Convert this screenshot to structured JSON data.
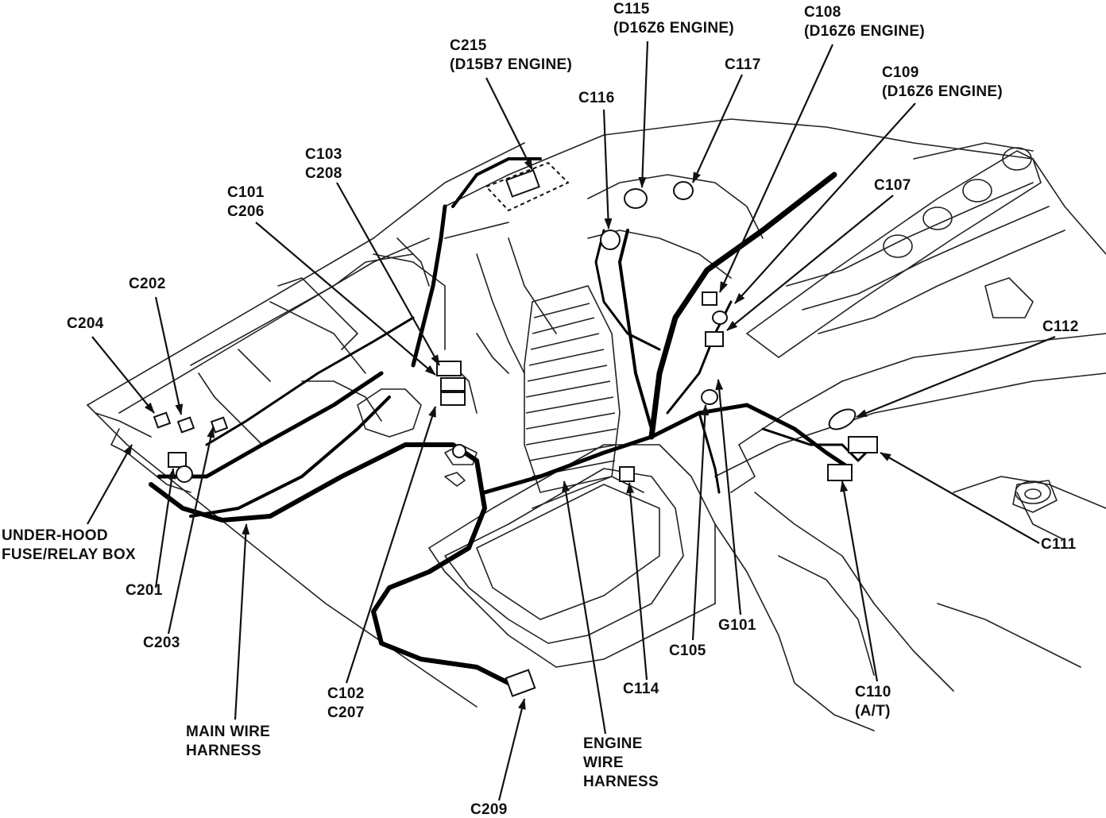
{
  "labels": {
    "c115": [
      "C115",
      "(D16Z6 ENGINE)"
    ],
    "c108": [
      "C108",
      "(D16Z6 ENGINE)"
    ],
    "c215": [
      "C215",
      "(D15B7 ENGINE)"
    ],
    "c117": [
      "C117"
    ],
    "c109": [
      "C109",
      "(D16Z6 ENGINE)"
    ],
    "c116": [
      "C116"
    ],
    "c103": [
      "C103",
      "C208"
    ],
    "c107": [
      "C107"
    ],
    "c101": [
      "C101",
      "C206"
    ],
    "c202": [
      "C202"
    ],
    "c204": [
      "C204"
    ],
    "c112": [
      "C112"
    ],
    "fuse_box": [
      "UNDER-HOOD",
      "FUSE/RELAY BOX"
    ],
    "c111": [
      "C111"
    ],
    "c201": [
      "C201"
    ],
    "c203": [
      "C203"
    ],
    "g101": [
      "G101"
    ],
    "c105": [
      "C105"
    ],
    "c114": [
      "C114"
    ],
    "c110": [
      "C110",
      "(A/T)"
    ],
    "c102": [
      "C102",
      "C207"
    ],
    "main_harness": [
      "MAIN WIRE",
      "HARNESS"
    ],
    "engine_harness": [
      "ENGINE",
      "WIRE",
      "HARNESS"
    ],
    "c209": [
      "C209"
    ]
  }
}
